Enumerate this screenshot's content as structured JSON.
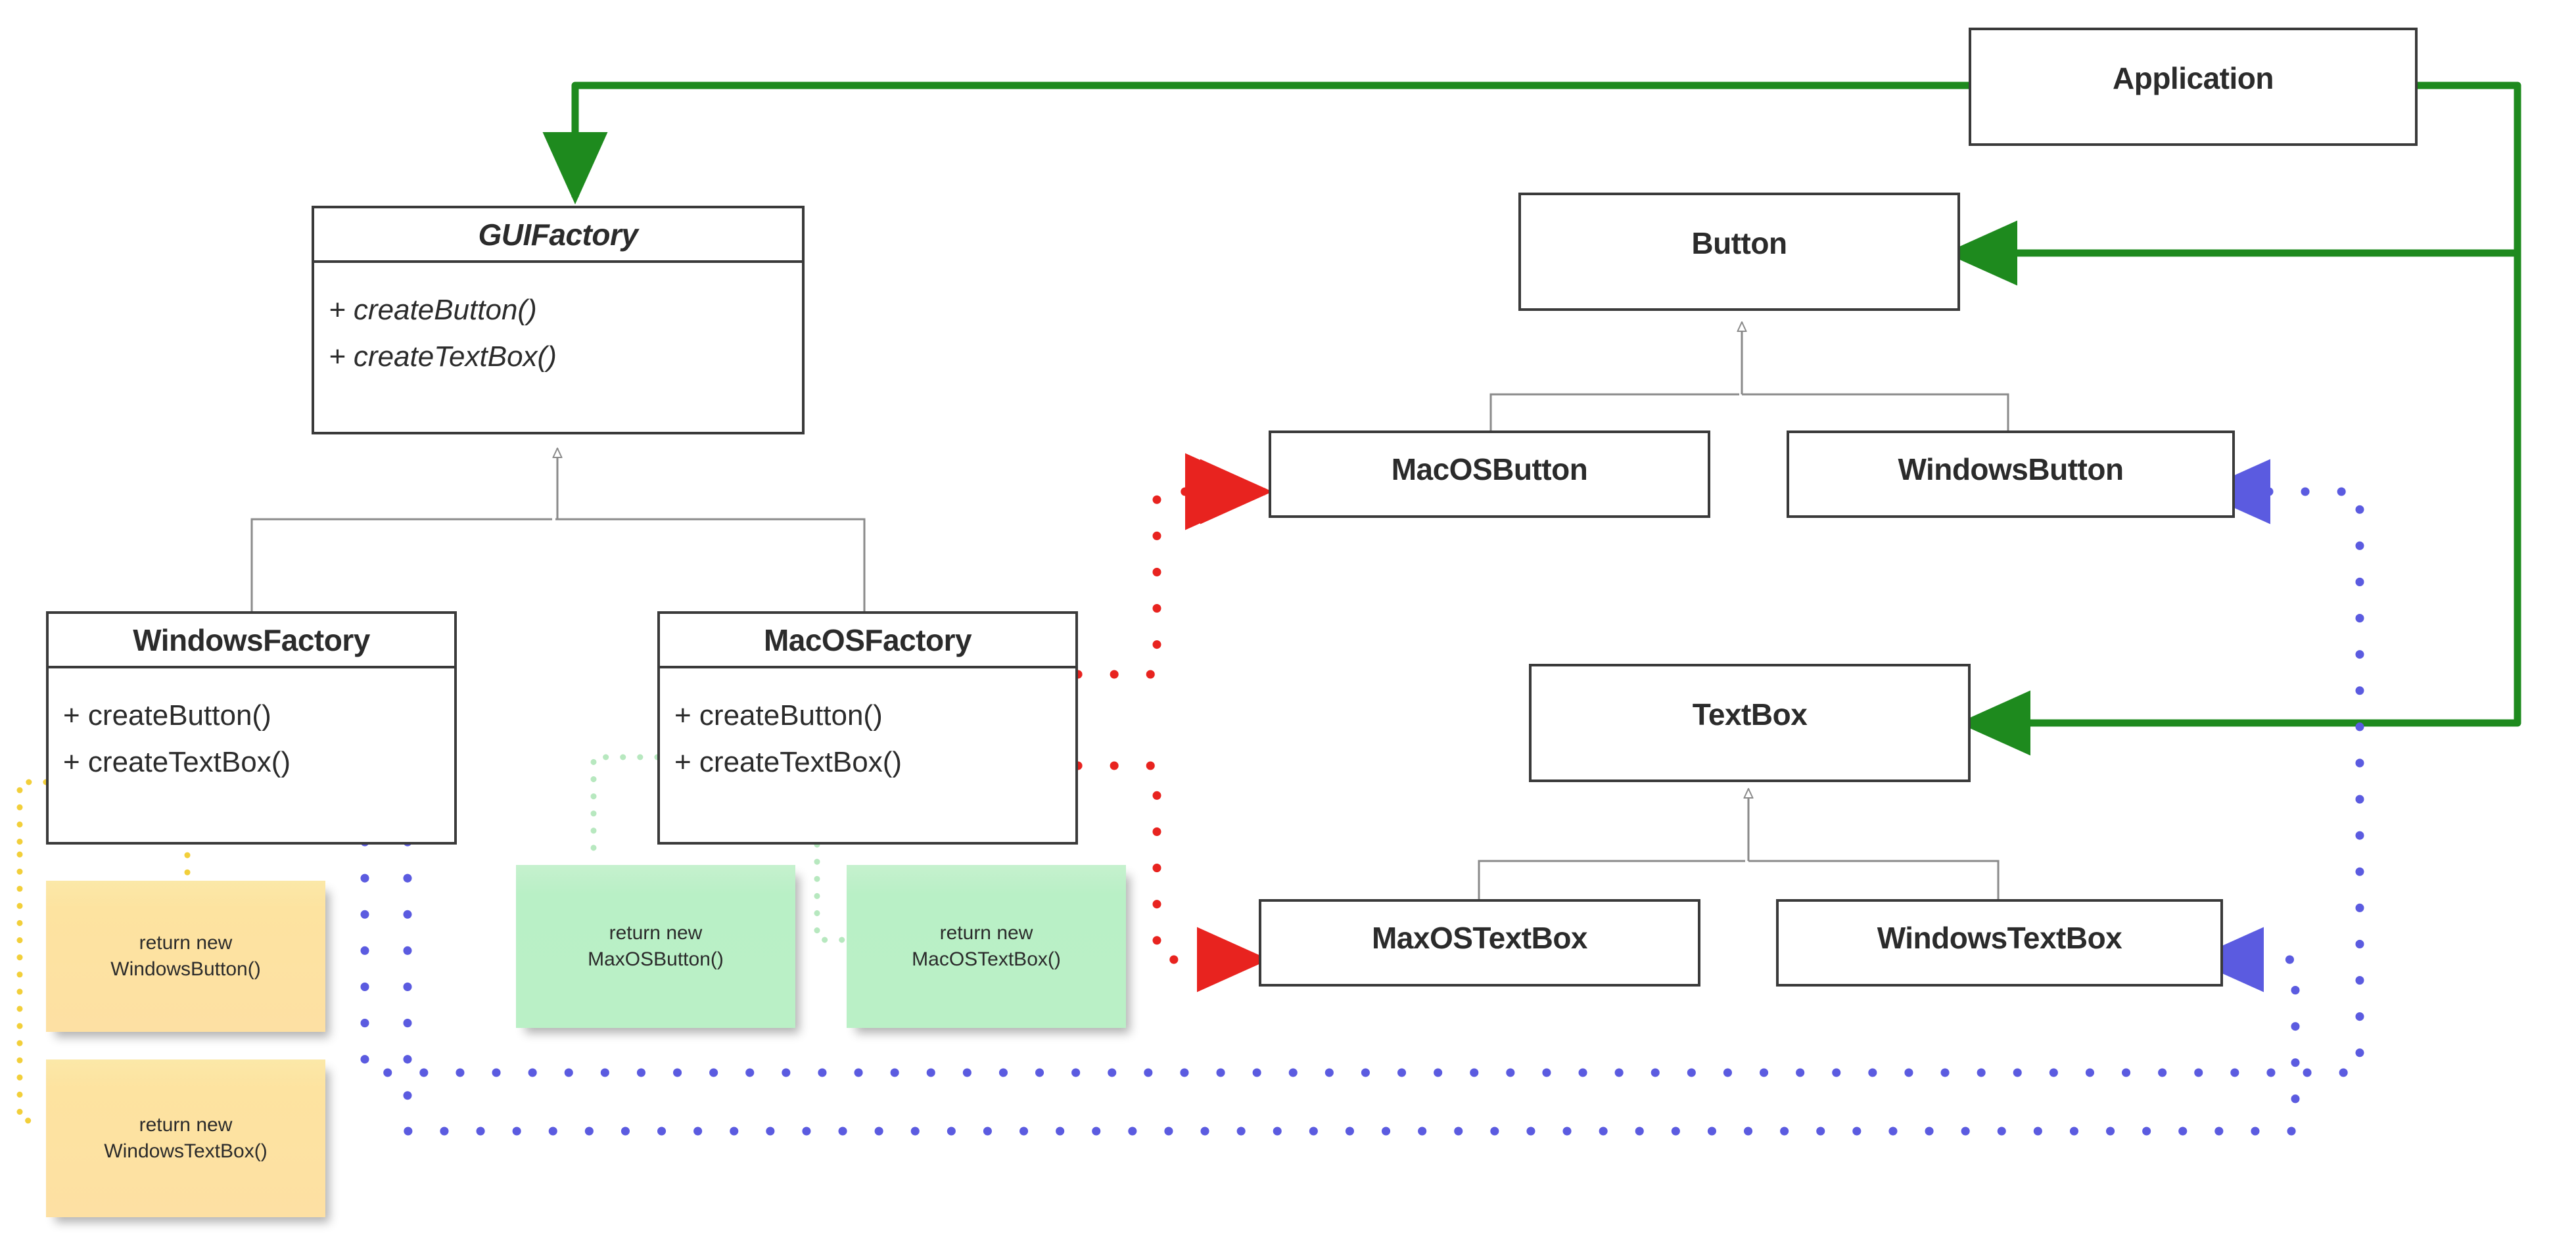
{
  "diagram": {
    "title": "Abstract Factory UML class diagram",
    "colors": {
      "box_border": "#3a3a3a",
      "box_fill": "#ffffff",
      "text": "#2b2b2b",
      "inherit_line": "#8a8a8a",
      "application_green": "#1e8a1e",
      "macos_red": "#e8231f",
      "windows_blue": "#5b5be0",
      "note_yellow": "#fde0a3",
      "note_green": "#baf0c6",
      "note_yellow_link": "#f2cf3a",
      "note_green_link": "#b7e8bf"
    }
  },
  "classes": {
    "application": {
      "name": "Application",
      "abstract": false,
      "members": []
    },
    "gui_factory": {
      "name": "GUIFactory",
      "abstract": true,
      "members": [
        "+ createButton()",
        "+ createTextBox()"
      ]
    },
    "windows_factory": {
      "name": "WindowsFactory",
      "abstract": false,
      "members": [
        "+ createButton()",
        "+ createTextBox()"
      ]
    },
    "macos_factory": {
      "name": "MacOSFactory",
      "abstract": false,
      "members": [
        "+ createButton()",
        "+ createTextBox()"
      ]
    },
    "button": {
      "name": "Button",
      "abstract": false,
      "members": []
    },
    "macos_button": {
      "name": "MacOSButton",
      "abstract": false,
      "members": []
    },
    "windows_button": {
      "name": "WindowsButton",
      "abstract": false,
      "members": []
    },
    "textbox": {
      "name": "TextBox",
      "abstract": false,
      "members": []
    },
    "macos_textbox": {
      "name": "MaxOSTextBox",
      "abstract": false,
      "members": []
    },
    "windows_textbox": {
      "name": "WindowsTextBox",
      "abstract": false,
      "members": []
    }
  },
  "notes": {
    "windows_button_note": {
      "line1": "return new",
      "line2": "WindowsButton()",
      "color": "yellow"
    },
    "windows_textbox_note": {
      "line1": "return new",
      "line2": "WindowsTextBox()",
      "color": "yellow"
    },
    "macos_button_note": {
      "line1": "return new",
      "line2": "MaxOSButton()",
      "color": "green"
    },
    "macos_textbox_note": {
      "line1": "return new",
      "line2": "MacOSTextBox()",
      "color": "green"
    }
  },
  "relationships": [
    {
      "kind": "dependency",
      "from": "Application",
      "to": "GUIFactory",
      "style": "solid",
      "color": "#1e8a1e"
    },
    {
      "kind": "dependency",
      "from": "Application",
      "to": "Button",
      "style": "solid",
      "color": "#1e8a1e"
    },
    {
      "kind": "dependency",
      "from": "Application",
      "to": "TextBox",
      "style": "solid",
      "color": "#1e8a1e"
    },
    {
      "kind": "generalization",
      "from": "WindowsFactory",
      "to": "GUIFactory",
      "style": "solid",
      "color": "#8a8a8a"
    },
    {
      "kind": "generalization",
      "from": "MacOSFactory",
      "to": "GUIFactory",
      "style": "solid",
      "color": "#8a8a8a"
    },
    {
      "kind": "generalization",
      "from": "MacOSButton",
      "to": "Button",
      "style": "solid",
      "color": "#8a8a8a"
    },
    {
      "kind": "generalization",
      "from": "WindowsButton",
      "to": "Button",
      "style": "solid",
      "color": "#8a8a8a"
    },
    {
      "kind": "generalization",
      "from": "MaxOSTextBox",
      "to": "TextBox",
      "style": "solid",
      "color": "#8a8a8a"
    },
    {
      "kind": "generalization",
      "from": "WindowsTextBox",
      "to": "TextBox",
      "style": "solid",
      "color": "#8a8a8a"
    },
    {
      "kind": "creates",
      "from": "MacOSFactory",
      "to": "MacOSButton",
      "style": "dotted",
      "color": "#e8231f"
    },
    {
      "kind": "creates",
      "from": "MacOSFactory",
      "to": "MaxOSTextBox",
      "style": "dotted",
      "color": "#e8231f"
    },
    {
      "kind": "creates",
      "from": "WindowsFactory",
      "to": "WindowsButton",
      "style": "dotted",
      "color": "#5b5be0"
    },
    {
      "kind": "creates",
      "from": "WindowsFactory",
      "to": "WindowsTextBox",
      "style": "dotted",
      "color": "#5b5be0"
    },
    {
      "kind": "note-anchor",
      "from": "WindowsFactory",
      "to": "windows_button_note",
      "style": "dotted",
      "color": "#f2cf3a"
    },
    {
      "kind": "note-anchor",
      "from": "WindowsFactory",
      "to": "windows_textbox_note",
      "style": "dotted",
      "color": "#f2cf3a"
    },
    {
      "kind": "note-anchor",
      "from": "MacOSFactory",
      "to": "macos_button_note",
      "style": "dotted",
      "color": "#b7e8bf"
    },
    {
      "kind": "note-anchor",
      "from": "MacOSFactory",
      "to": "macos_textbox_note",
      "style": "dotted",
      "color": "#b7e8bf"
    }
  ]
}
